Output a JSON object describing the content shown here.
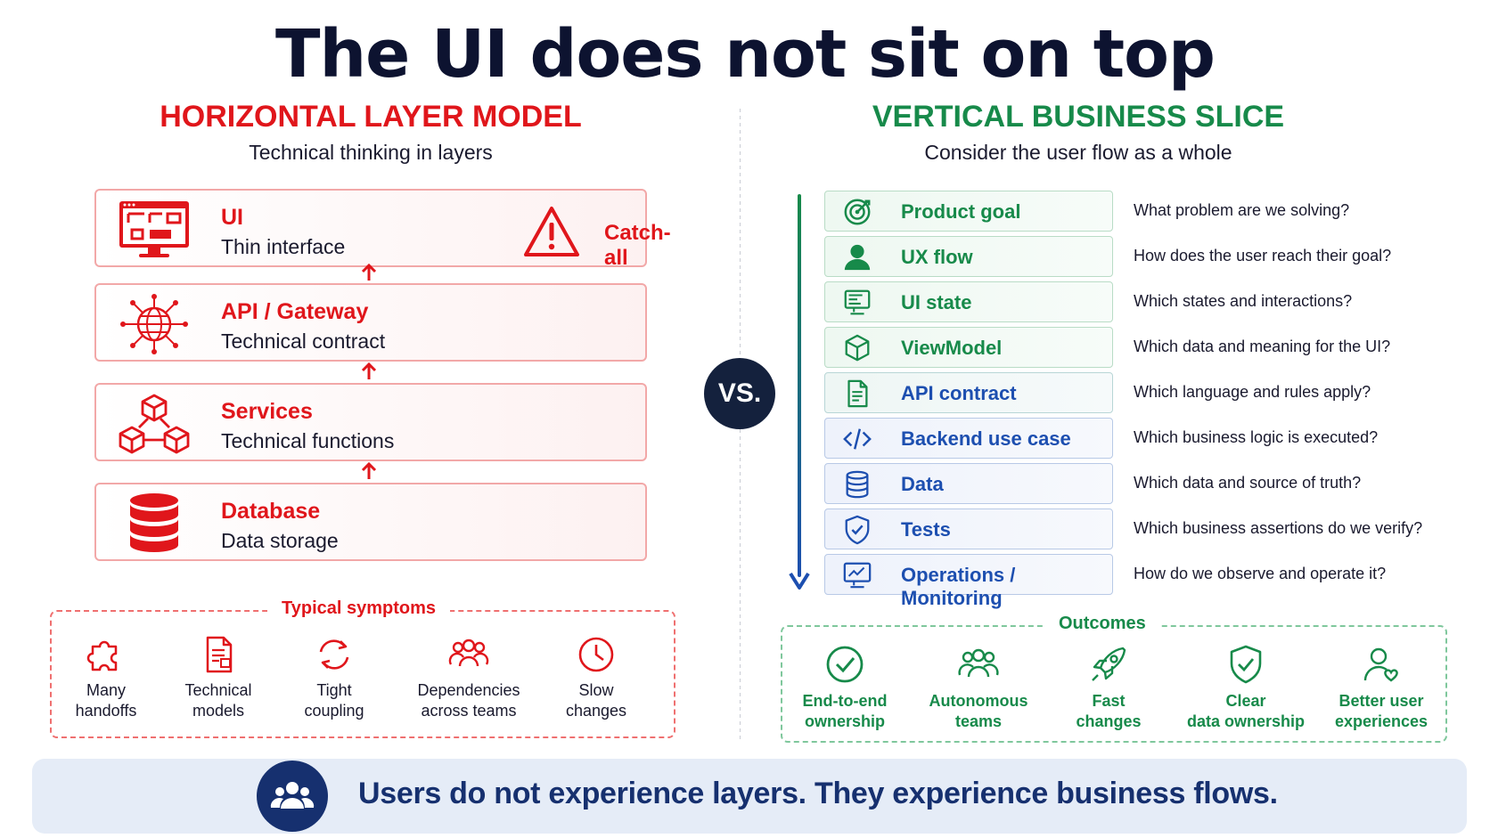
{
  "title": "The UI does not sit on top",
  "left": {
    "heading": "HORIZONTAL LAYER MODEL",
    "subheading": "Technical thinking in layers",
    "layers": [
      {
        "title": "UI",
        "desc": "Thin interface",
        "icon": "monitor-icon"
      },
      {
        "title": "API / Gateway",
        "desc": "Technical contract",
        "icon": "network-icon"
      },
      {
        "title": "Services",
        "desc": "Technical functions",
        "icon": "cubes-icon"
      },
      {
        "title": "Database",
        "desc": "Data storage",
        "icon": "database-icon"
      }
    ],
    "catch_all": "Catch-all",
    "symptoms_title": "Typical symptoms",
    "symptoms": [
      {
        "line1": "Many",
        "line2": "handoffs",
        "icon": "puzzle-icon"
      },
      {
        "line1": "Technical",
        "line2": "models",
        "icon": "document-icon"
      },
      {
        "line1": "Tight",
        "line2": "coupling",
        "icon": "cycle-icon"
      },
      {
        "line1": "Dependencies",
        "line2": "across teams",
        "icon": "people-icon"
      },
      {
        "line1": "Slow",
        "line2": "changes",
        "icon": "clock-icon"
      }
    ]
  },
  "vs": "VS.",
  "right": {
    "heading": "VERTICAL BUSINESS SLICE",
    "subheading": "Consider the user flow as a whole",
    "rows": [
      {
        "label": "Product goal",
        "question": "What problem are we solving?",
        "icon": "target-icon"
      },
      {
        "label": "UX flow",
        "question": "How does the user reach their goal?",
        "icon": "user-icon"
      },
      {
        "label": "UI state",
        "question": "Which states and interactions?",
        "icon": "screen-icon"
      },
      {
        "label": "ViewModel",
        "question": "Which data and meaning for the UI?",
        "icon": "cube-icon"
      },
      {
        "label": "API contract",
        "question": "Which language and rules apply?",
        "icon": "contract-icon"
      },
      {
        "label": "Backend use case",
        "question": "Which business logic is executed?",
        "icon": "code-icon"
      },
      {
        "label": "Data",
        "question": "Which data and source of truth?",
        "icon": "database-icon"
      },
      {
        "label": "Tests",
        "question": "Which business assertions do we verify?",
        "icon": "shield-icon"
      },
      {
        "label": "Operations / Monitoring",
        "question": "How do we observe and operate it?",
        "icon": "monitoring-icon"
      }
    ],
    "outcomes_title": "Outcomes",
    "outcomes": [
      {
        "line1": "End-to-end",
        "line2": "ownership",
        "icon": "check-circle-icon"
      },
      {
        "line1": "Autonomous",
        "line2": "teams",
        "icon": "team-icon"
      },
      {
        "line1": "Fast",
        "line2": "changes",
        "icon": "rocket-icon"
      },
      {
        "line1": "Clear",
        "line2": "data ownership",
        "icon": "shield-check-icon"
      },
      {
        "line1": "Better user",
        "line2": "experiences",
        "icon": "user-heart-icon"
      }
    ]
  },
  "footer": "Users do not experience layers. They experience business flows.",
  "colors": {
    "red": "#e0161b",
    "green": "#178a4a",
    "blue": "#1d4fb0",
    "navy": "#14213d"
  }
}
